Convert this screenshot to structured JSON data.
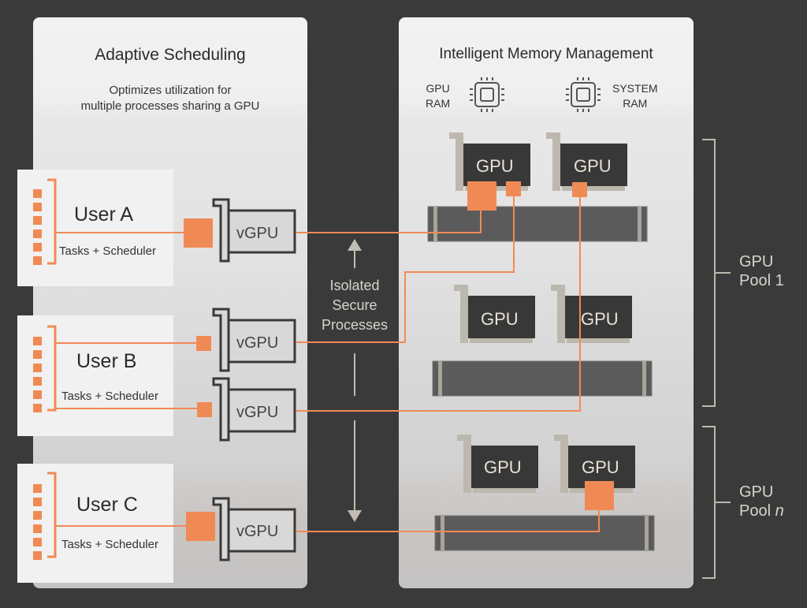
{
  "colors": {
    "background": "#3a3a3a",
    "accent": "#f08a55",
    "gpu_card": "#383838",
    "bracket": "#bdb8ae",
    "vgpu_outline": "#3a3a3a"
  },
  "left_panel": {
    "title": "Adaptive Scheduling",
    "subtitle_line1": "Optimizes utilization for",
    "subtitle_line2": "multiple processes sharing a GPU",
    "users": [
      {
        "name": "User A",
        "caption": "Tasks + Scheduler",
        "vgpus": [
          "vGPU"
        ]
      },
      {
        "name": "User B",
        "caption": "Tasks + Scheduler",
        "vgpus": [
          "vGPU",
          "vGPU"
        ]
      },
      {
        "name": "User C",
        "caption": "Tasks + Scheduler",
        "vgpus": [
          "vGPU"
        ]
      }
    ]
  },
  "middle": {
    "label_line1": "Isolated",
    "label_line2": "Secure",
    "label_line3": "Processes"
  },
  "right_panel": {
    "title": "Intelligent Memory Management",
    "gpu_ram": {
      "line1": "GPU",
      "line2": "RAM",
      "icon": "chip-icon"
    },
    "system_ram": {
      "line1": "SYSTEM",
      "line2": "RAM",
      "icon": "chip-icon"
    },
    "gpu_label": "GPU"
  },
  "pools": [
    {
      "line1": "GPU",
      "line2": "Pool 1",
      "index_italic": false
    },
    {
      "line1": "GPU",
      "line2": "Pool ",
      "index": "n",
      "index_italic": true
    }
  ]
}
